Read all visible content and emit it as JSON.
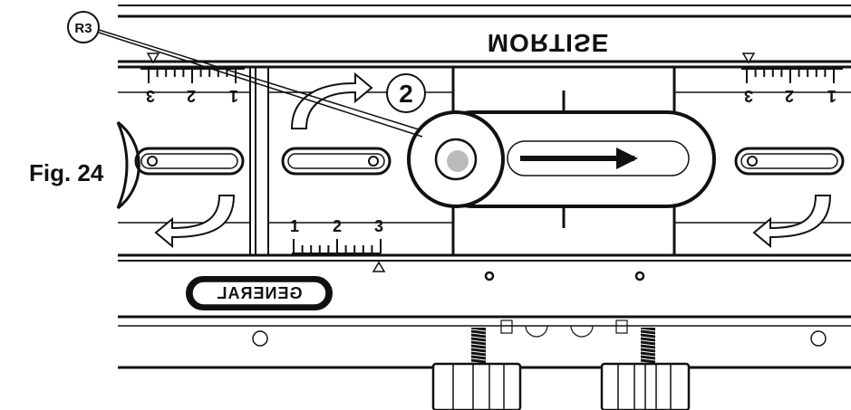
{
  "figure": {
    "label": "Fig. 24"
  },
  "callouts": {
    "r3": "R3",
    "step": "2"
  },
  "fixture": {
    "mortise_text": "MORTISE",
    "brand_text": "GENERAL"
  },
  "scales": {
    "left_top": [
      "1",
      "2",
      "3"
    ],
    "middle_bottom": [
      "1",
      "2",
      "3"
    ],
    "right_top": [
      "1",
      "2",
      "3"
    ]
  },
  "colors": {
    "ink": "#111111",
    "paper": "#ffffff",
    "pin": "#bbbbbb"
  }
}
